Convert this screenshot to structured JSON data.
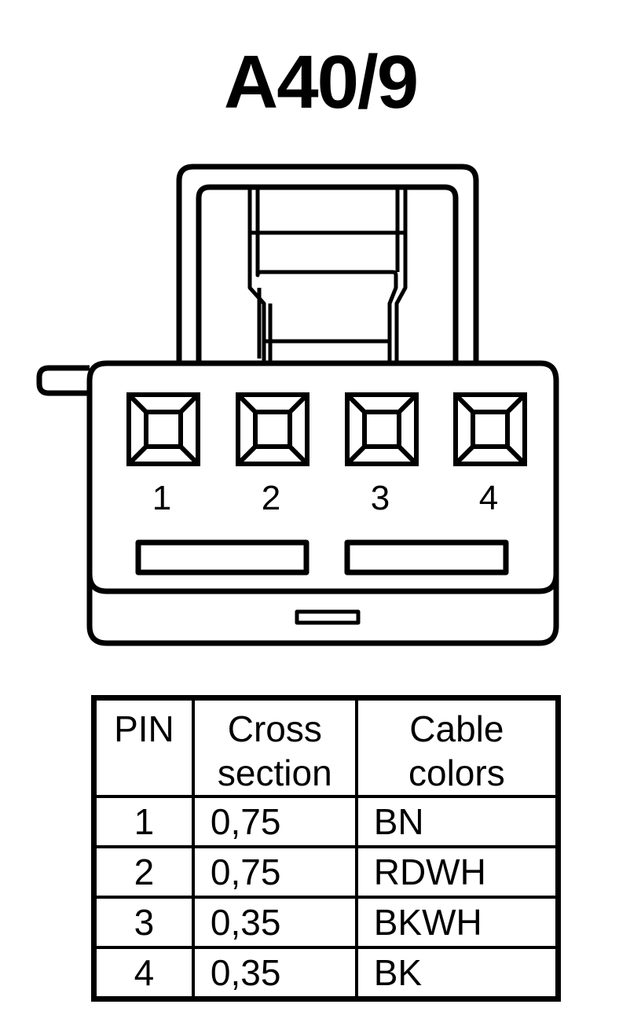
{
  "connector_id": "A40/9",
  "pins": [
    "1",
    "2",
    "3",
    "4"
  ],
  "table": {
    "headers": {
      "pin": "PIN",
      "cross_section_line1": "Cross",
      "cross_section_line2": "section",
      "cable_colors_line1": "Cable",
      "cable_colors_line2": "colors"
    },
    "rows": [
      {
        "pin": "1",
        "cross_section": "0,75",
        "color": "BN"
      },
      {
        "pin": "2",
        "cross_section": "0,75",
        "color": "RDWH"
      },
      {
        "pin": "3",
        "cross_section": "0,35",
        "color": "BKWH"
      },
      {
        "pin": "4",
        "cross_section": "0,35",
        "color": "BK"
      }
    ]
  }
}
